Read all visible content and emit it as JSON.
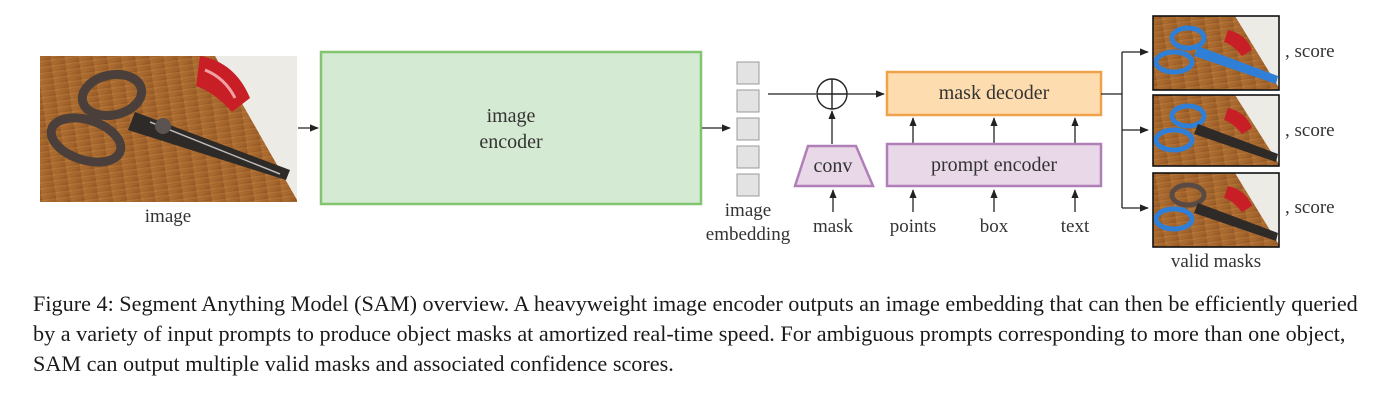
{
  "labels": {
    "image": "image",
    "image_encoder_line1": "image",
    "image_encoder_line2": "encoder",
    "image_embedding_line1": "image",
    "image_embedding_line2": "embedding",
    "mask_decoder": "mask decoder",
    "prompt_encoder": "prompt encoder",
    "conv": "conv",
    "mask": "mask",
    "points": "points",
    "box": "box",
    "text": "text",
    "valid_masks": "valid masks",
    "score": ", score"
  },
  "colors": {
    "image_encoder_fill": "#d5ead3",
    "image_encoder_stroke": "#82c46f",
    "mask_decoder_fill": "#fddcb0",
    "mask_decoder_stroke": "#f0a24a",
    "prompt_encoder_fill": "#e8d8e8",
    "prompt_encoder_stroke": "#b07fb8",
    "embedding_cell": "#e3e3e3",
    "mask_highlight": "#2f7fd6"
  },
  "caption": "Figure 4: Segment Anything Model (SAM) overview. A heavyweight image encoder outputs an image embedding that can then be efficiently queried by a variety of input prompts to produce object masks at amortized real-time speed. For ambiguous prompts corresponding to more than one object, SAM can output multiple valid masks and associated confidence scores."
}
